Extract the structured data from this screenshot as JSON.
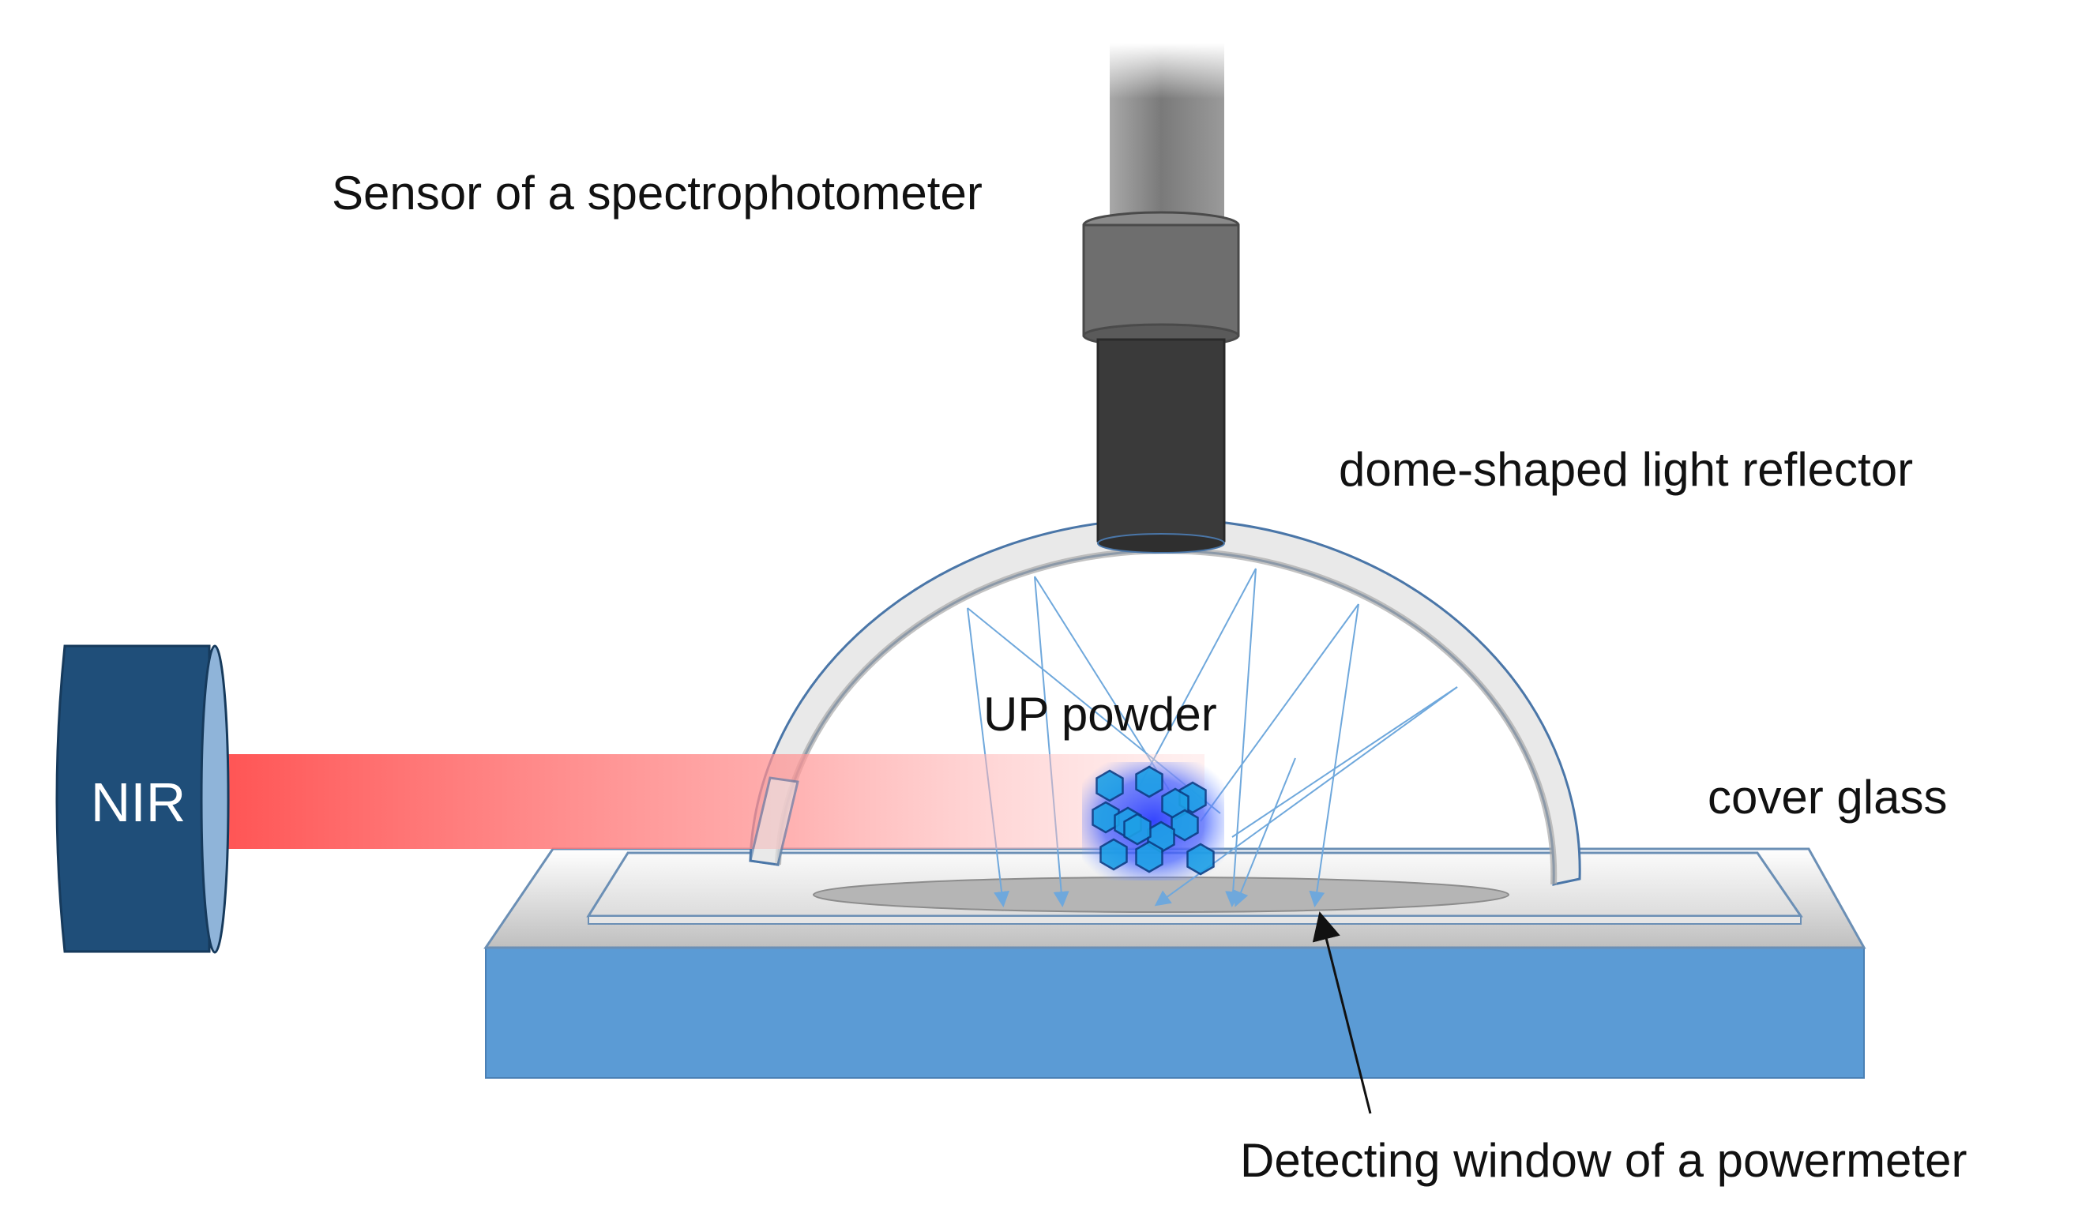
{
  "labels": {
    "sensor": "Sensor of a spectrophotometer",
    "dome": "dome-shaped light reflector",
    "powder": "UP powder",
    "cover_glass": "cover glass",
    "nir": "NIR",
    "detector": "Detecting window of a powermeter"
  },
  "colors": {
    "base_block": "#5b9bd5",
    "nir_source": "#1f4e79",
    "laser_beam": "#ff5a5a",
    "reflector": "#e8e8e8",
    "reflector_outline": "#4a76a8",
    "sensor_tube": "#888888",
    "sensor_collar": "#6e6e6e",
    "sensor_head": "#3a3a3a",
    "powder_glow": "#3a4fff",
    "crystal": "#1ea0e6",
    "light_rays": "#6fa8dc",
    "detecting_window": "#b5b5b5"
  },
  "icons": {
    "crystal": "hexagon-crystal-icon",
    "ray_arrow": "arrowhead-icon"
  }
}
